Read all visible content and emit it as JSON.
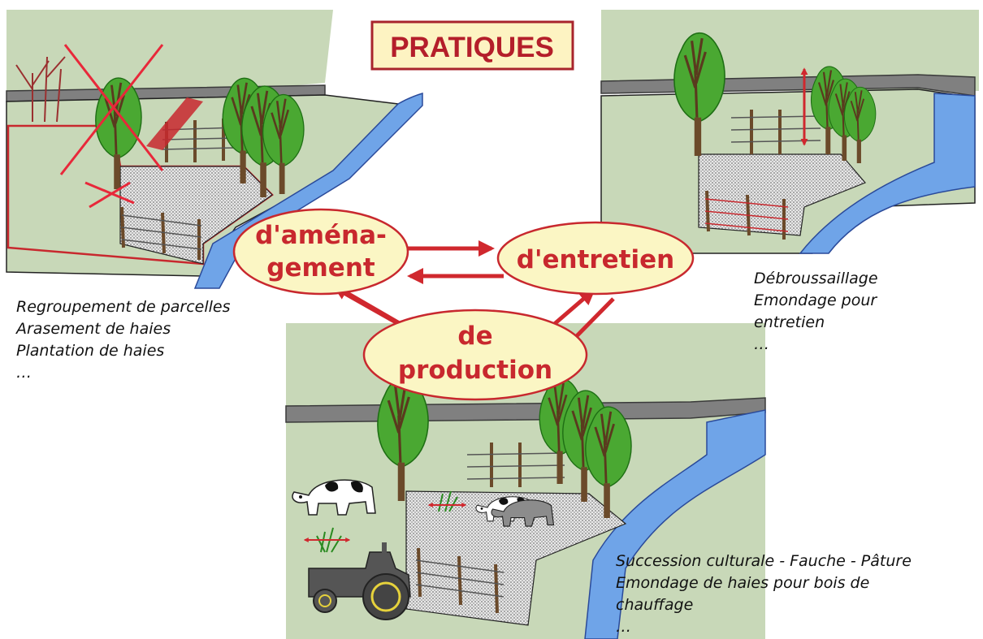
{
  "title": "PRATIQUES",
  "nodes": {
    "amenagement": [
      "d'aména-",
      "gement"
    ],
    "entretien": [
      "d'entretien"
    ],
    "production": [
      "de",
      "production"
    ]
  },
  "captions": {
    "amenagement": [
      "Regroupement de parcelles",
      "Arasement de haies",
      "Plantation de haies",
      "…"
    ],
    "entretien": [
      "Débroussaillage",
      "Emondage pour",
      "entretien",
      "…"
    ],
    "production": [
      "Succession culturale - Fauche - Pâture",
      "Emondage de haies pour bois de",
      "chauffage",
      "…"
    ]
  },
  "colors": {
    "field": "#c8d8b8",
    "road": "#808080",
    "river": "#6fa4e8",
    "tree": "#4aa832",
    "trunk": "#6b4a2a",
    "node_fill": "#fbf6c4",
    "node_border": "#c8282e",
    "title_text": "#b41e2a",
    "title_box": "#fdf3c2"
  }
}
